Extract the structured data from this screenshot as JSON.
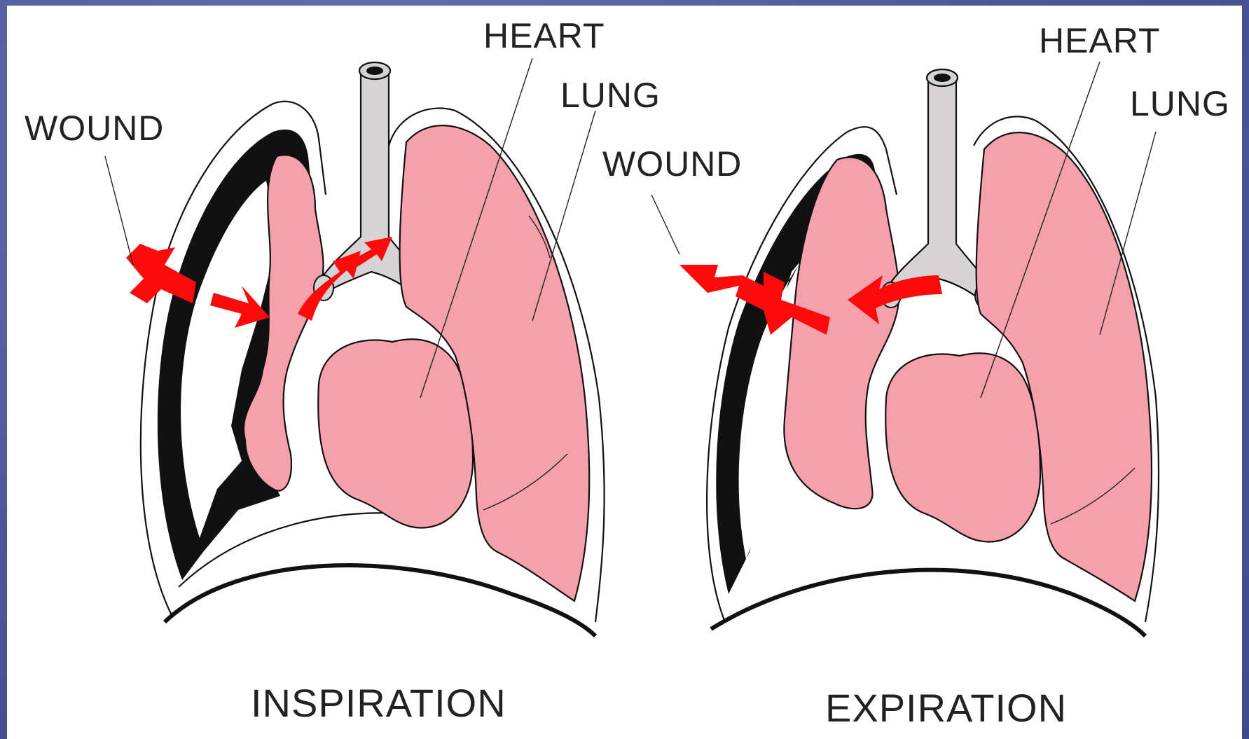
{
  "left_panel": {
    "heart_label": "HEART",
    "lung_label": "LUNG",
    "wound_label": "WOUND",
    "caption": "INSPIRATION"
  },
  "right_panel": {
    "heart_label": "HEART",
    "lung_label": "LUNG",
    "wound_label": "WOUND",
    "caption": "EXPIRATION"
  },
  "colors": {
    "lung_pink": "#f5a0ab",
    "trachea_gray": "#d5d3d3",
    "arrow_red": "#ff0a0a",
    "background": "#ffffff",
    "frame_blue": "#4a5898"
  }
}
